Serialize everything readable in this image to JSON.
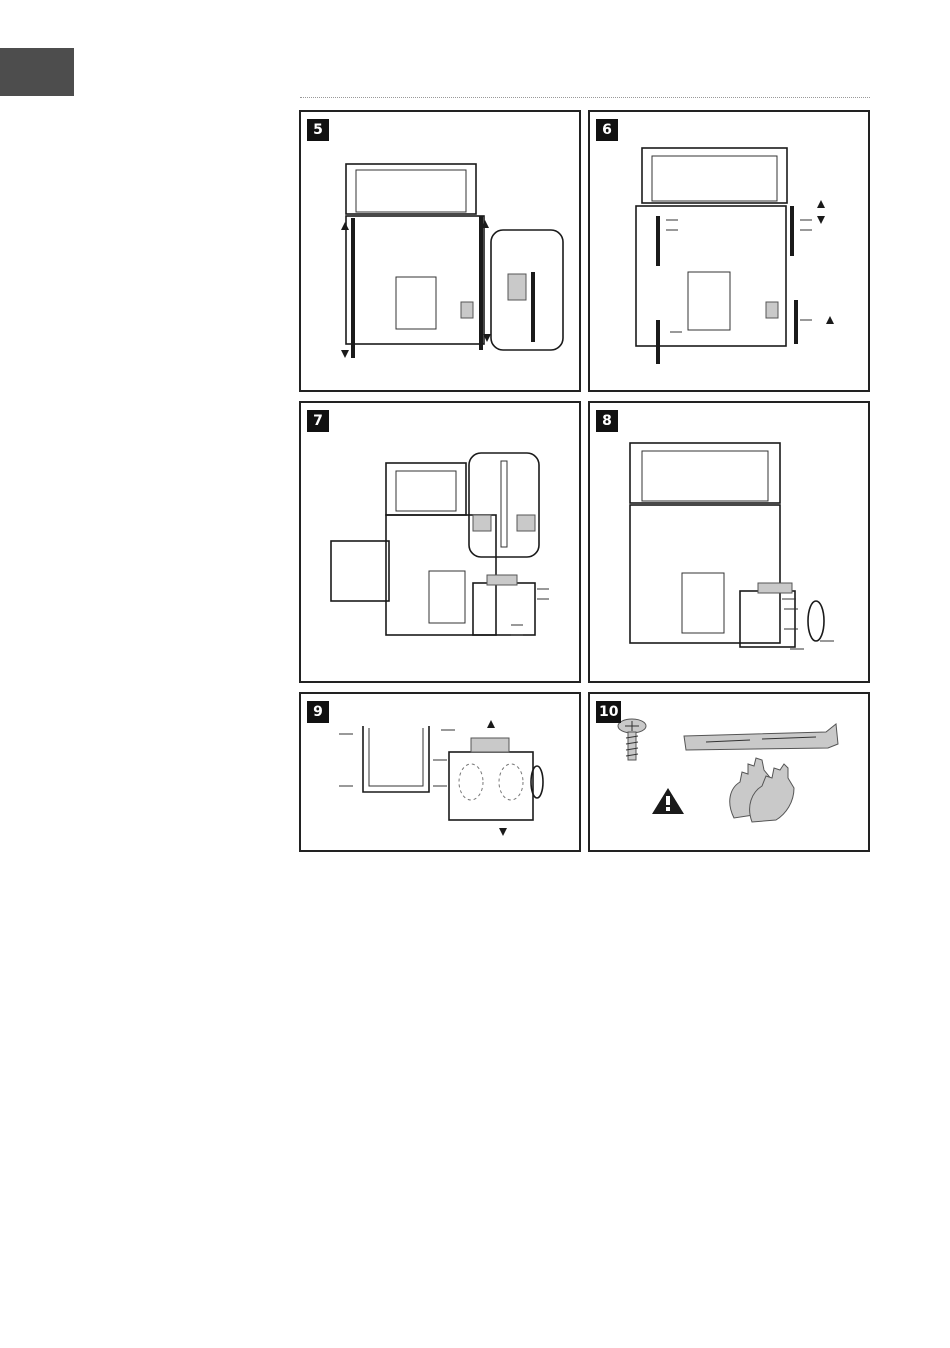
{
  "colors": {
    "tab": "#4d4d4d",
    "frame": "#222222",
    "badge": "#111111"
  },
  "steps": [
    {
      "label": "5"
    },
    {
      "label": "6"
    },
    {
      "label": "7"
    },
    {
      "label": "8"
    },
    {
      "label": "9"
    },
    {
      "label": "10"
    }
  ],
  "icons": [
    "screw-icon",
    "mounting-bracket-icon",
    "warning-icon",
    "gloves-icon"
  ]
}
